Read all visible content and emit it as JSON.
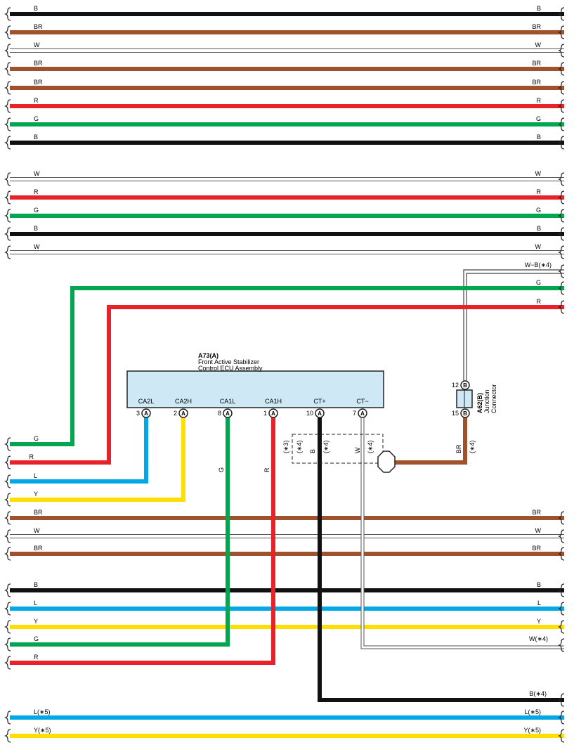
{
  "colors": {
    "B": "#111111",
    "BR": "#a0522d",
    "W": "#ffffff",
    "R": "#e8222a",
    "G": "#00a650",
    "L": "#00a8e6",
    "Y": "#ffdf00",
    "ecu_fill": "#cfe8f5"
  },
  "wires_group1": [
    {
      "left": "B",
      "right": "B",
      "color": "B"
    },
    {
      "left": "BR",
      "right": "BR",
      "color": "BR"
    },
    {
      "left": "W",
      "right": "W",
      "color": "W"
    },
    {
      "left": "BR",
      "right": "BR",
      "color": "BR"
    },
    {
      "left": "BR",
      "right": "BR",
      "color": "BR"
    },
    {
      "left": "R",
      "right": "R",
      "color": "R"
    },
    {
      "left": "G",
      "right": "G",
      "color": "G"
    },
    {
      "left": "B",
      "right": "B",
      "color": "B"
    }
  ],
  "wires_group2": [
    {
      "left": "W",
      "right": "W",
      "color": "W"
    },
    {
      "left": "R",
      "right": "R",
      "color": "R"
    },
    {
      "left": "G",
      "right": "G",
      "color": "G"
    },
    {
      "left": "B",
      "right": "B",
      "color": "B"
    },
    {
      "left": "W",
      "right": "W",
      "color": "W"
    }
  ],
  "right_labels": {
    "wb": "W−B(∗4)",
    "g": "G",
    "r": "R"
  },
  "ecu": {
    "ref": "A73(A)",
    "name_line1": "Front Active Stabilizer",
    "name_line2": "Control ECU Assembly",
    "terminals": [
      {
        "name": "CA2L",
        "pin": "3",
        "conn": "A"
      },
      {
        "name": "CA2H",
        "pin": "2",
        "conn": "A"
      },
      {
        "name": "CA1L",
        "pin": "8",
        "conn": "A"
      },
      {
        "name": "CA1H",
        "pin": "1",
        "conn": "A"
      },
      {
        "name": "CT+",
        "pin": "10",
        "conn": "A"
      },
      {
        "name": "CT−",
        "pin": "7",
        "conn": "A"
      }
    ]
  },
  "junction": {
    "ref": "A62(B)",
    "label_line1": "Junction",
    "label_line2": "Connector",
    "pin_top": "12",
    "pin_bottom": "15",
    "conn": "B"
  },
  "vertical_labels": {
    "g": "G",
    "r": "R",
    "n3": "(∗3)",
    "n4a": "(∗4)",
    "b": "B",
    "n4b": "(∗4)",
    "w": "W",
    "n4c": "(∗4)",
    "br": "BR",
    "n4d": "(∗4)"
  },
  "left_labels": {
    "g": "G",
    "r": "R",
    "l": "L",
    "y": "Y"
  },
  "wires_group3": [
    {
      "left": "BR",
      "right": "BR",
      "color": "BR"
    },
    {
      "left": "W",
      "right": "W",
      "color": "W"
    },
    {
      "left": "BR",
      "right": "BR",
      "color": "BR"
    }
  ],
  "wires_group4": [
    {
      "left": "B",
      "right": "B",
      "color": "B"
    },
    {
      "left": "L",
      "right": "L",
      "color": "L"
    },
    {
      "left": "Y",
      "right": "Y",
      "color": "Y"
    }
  ],
  "group4_extra_left": {
    "g": "G",
    "r": "R"
  },
  "w4_right": "W(∗4)",
  "b4_right": "B(∗4)",
  "wires_group5": [
    {
      "left": "L(∗5)",
      "right": "L(∗5)",
      "color": "L"
    },
    {
      "left": "Y(∗5)",
      "right": "Y(∗5)",
      "color": "Y"
    }
  ]
}
